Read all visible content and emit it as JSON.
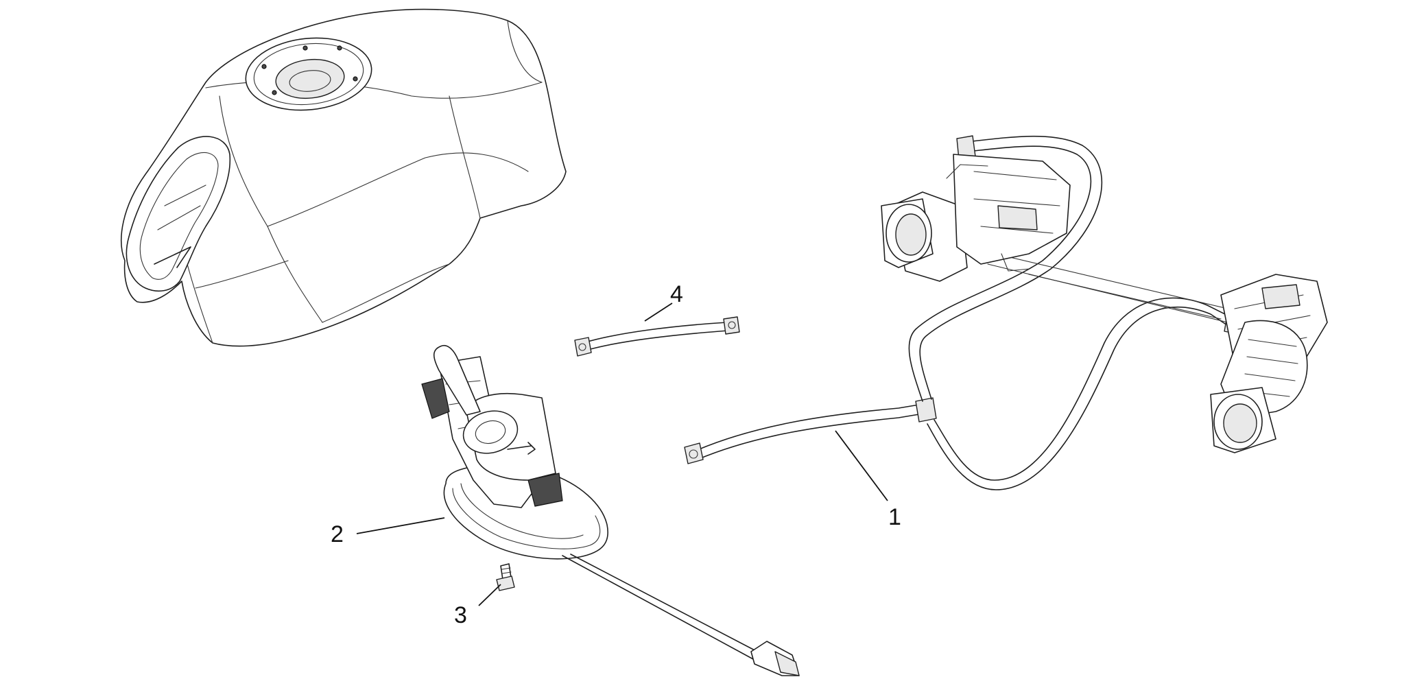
{
  "callouts": [
    {
      "id": "1",
      "label": "1"
    },
    {
      "id": "2",
      "label": "2"
    },
    {
      "id": "3",
      "label": "3"
    },
    {
      "id": "4",
      "label": "4"
    }
  ],
  "colors": {
    "line": "#1f1f1f",
    "background": "#ffffff"
  }
}
